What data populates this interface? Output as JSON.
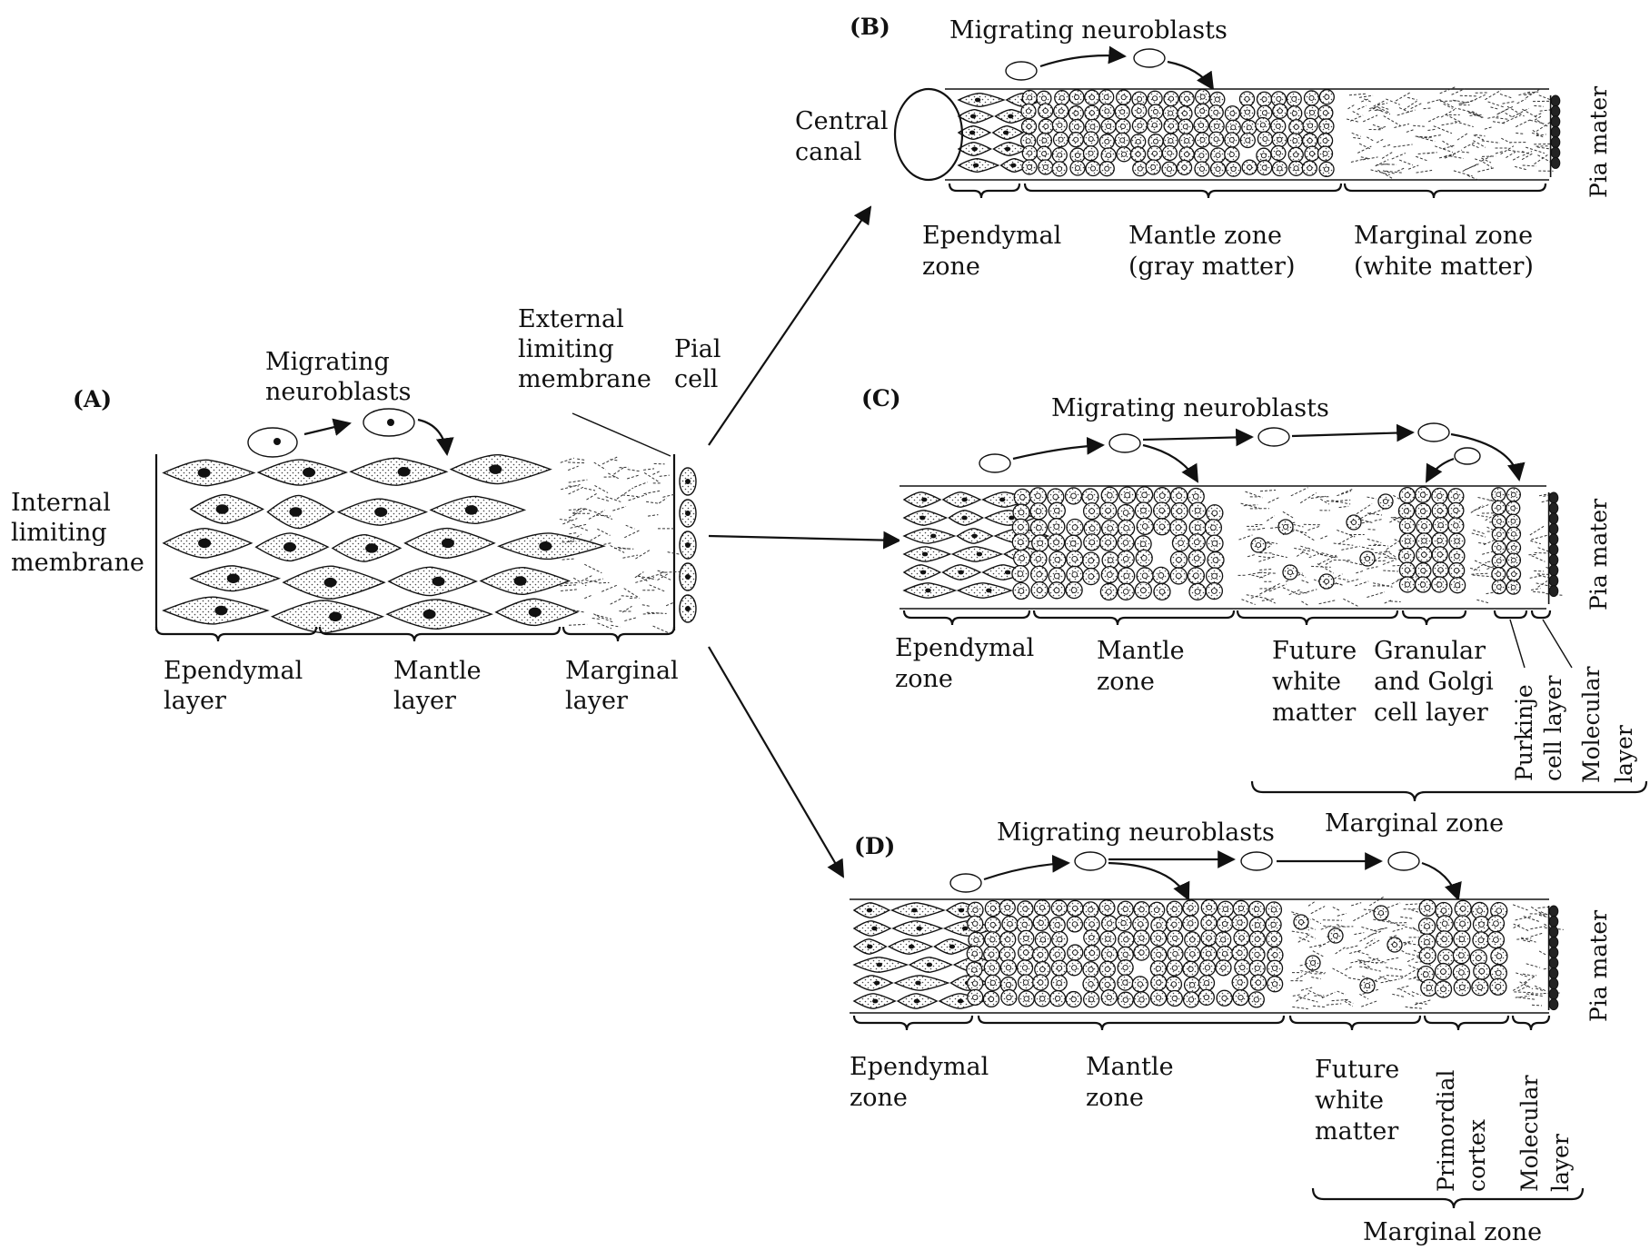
{
  "A": {
    "panel_label": "(A)",
    "migrating": [
      "Migrating",
      "neuroblasts"
    ],
    "internal": [
      "Internal",
      "limiting",
      "membrane"
    ],
    "external": [
      "External",
      "limiting",
      "membrane"
    ],
    "pial": [
      "Pial",
      "cell"
    ],
    "ependymal": [
      "Ependymal",
      "layer"
    ],
    "mantle": [
      "Mantle",
      "layer"
    ],
    "marginal": [
      "Marginal",
      "layer"
    ]
  },
  "B": {
    "panel_label": "(B)",
    "migrating": "Migrating neuroblasts",
    "central_canal": [
      "Central",
      "canal"
    ],
    "pia": "Pia mater",
    "ependymal": [
      "Ependymal",
      "zone"
    ],
    "mantle": [
      "Mantle zone",
      "(gray matter)"
    ],
    "marginal": [
      "Marginal zone",
      "(white matter)"
    ]
  },
  "C": {
    "panel_label": "(C)",
    "migrating": "Migrating neuroblasts",
    "pia": "Pia mater",
    "ependymal": [
      "Ependymal",
      "zone"
    ],
    "mantle": [
      "Mantle",
      "zone"
    ],
    "future_white": [
      "Future",
      "white",
      "matter"
    ],
    "granular": [
      "Granular",
      "and Golgi",
      "cell layer"
    ],
    "purkinje": [
      "Purkinje",
      "cell layer"
    ],
    "molecular": [
      "Molecular",
      "layer"
    ],
    "marginal_zone": "Marginal zone"
  },
  "D": {
    "panel_label": "(D)",
    "migrating": "Migrating neuroblasts",
    "pia": "Pia mater",
    "ependymal": [
      "Ependymal",
      "zone"
    ],
    "mantle": [
      "Mantle",
      "zone"
    ],
    "future_white": [
      "Future",
      "white",
      "matter"
    ],
    "primordial": [
      "Primordial",
      "cortex"
    ],
    "molecular": [
      "Molecular",
      "layer"
    ],
    "marginal_zone": "Marginal zone"
  }
}
